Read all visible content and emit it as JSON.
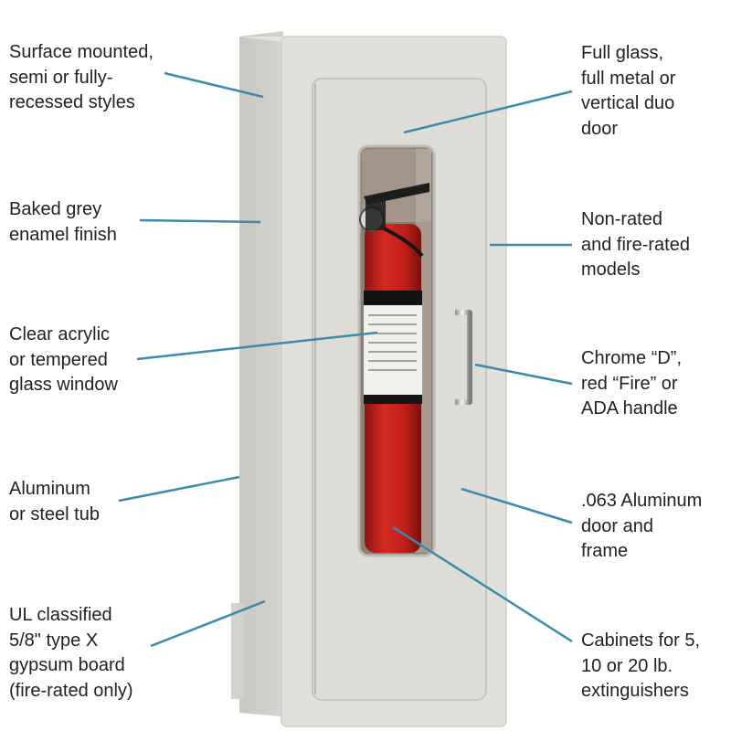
{
  "colors": {
    "leader_line": "#3a8bab",
    "text": "#222222",
    "cabinet": "#dcdad5",
    "extinguisher": "#c8201c"
  },
  "callouts_left": [
    {
      "id": "surface",
      "lines": [
        "Surface mounted,",
        "semi or fully-",
        "recessed styles"
      ]
    },
    {
      "id": "finish",
      "lines": [
        "Baked grey",
        "enamel finish"
      ]
    },
    {
      "id": "window",
      "lines": [
        "Clear acrylic",
        "or tempered",
        "glass window"
      ]
    },
    {
      "id": "tub",
      "lines": [
        "Aluminum",
        "or steel tub"
      ]
    },
    {
      "id": "gypsum",
      "lines": [
        "UL classified",
        "5/8\" type X",
        "gypsum board",
        "(fire-rated only)"
      ]
    }
  ],
  "callouts_right": [
    {
      "id": "door-type",
      "lines": [
        "Full glass,",
        "full metal or",
        "vertical duo",
        "door"
      ]
    },
    {
      "id": "rating",
      "lines": [
        "Non-rated",
        "and fire-rated",
        "models"
      ]
    },
    {
      "id": "handle",
      "lines": [
        "Chrome “D”,",
        "red “Fire” or",
        "ADA handle"
      ]
    },
    {
      "id": "material",
      "lines": [
        ".063 Aluminum",
        "door and",
        "frame"
      ]
    },
    {
      "id": "capacity",
      "lines": [
        "Cabinets for 5,",
        "10 or 20 lb.",
        "extinguishers"
      ]
    }
  ]
}
